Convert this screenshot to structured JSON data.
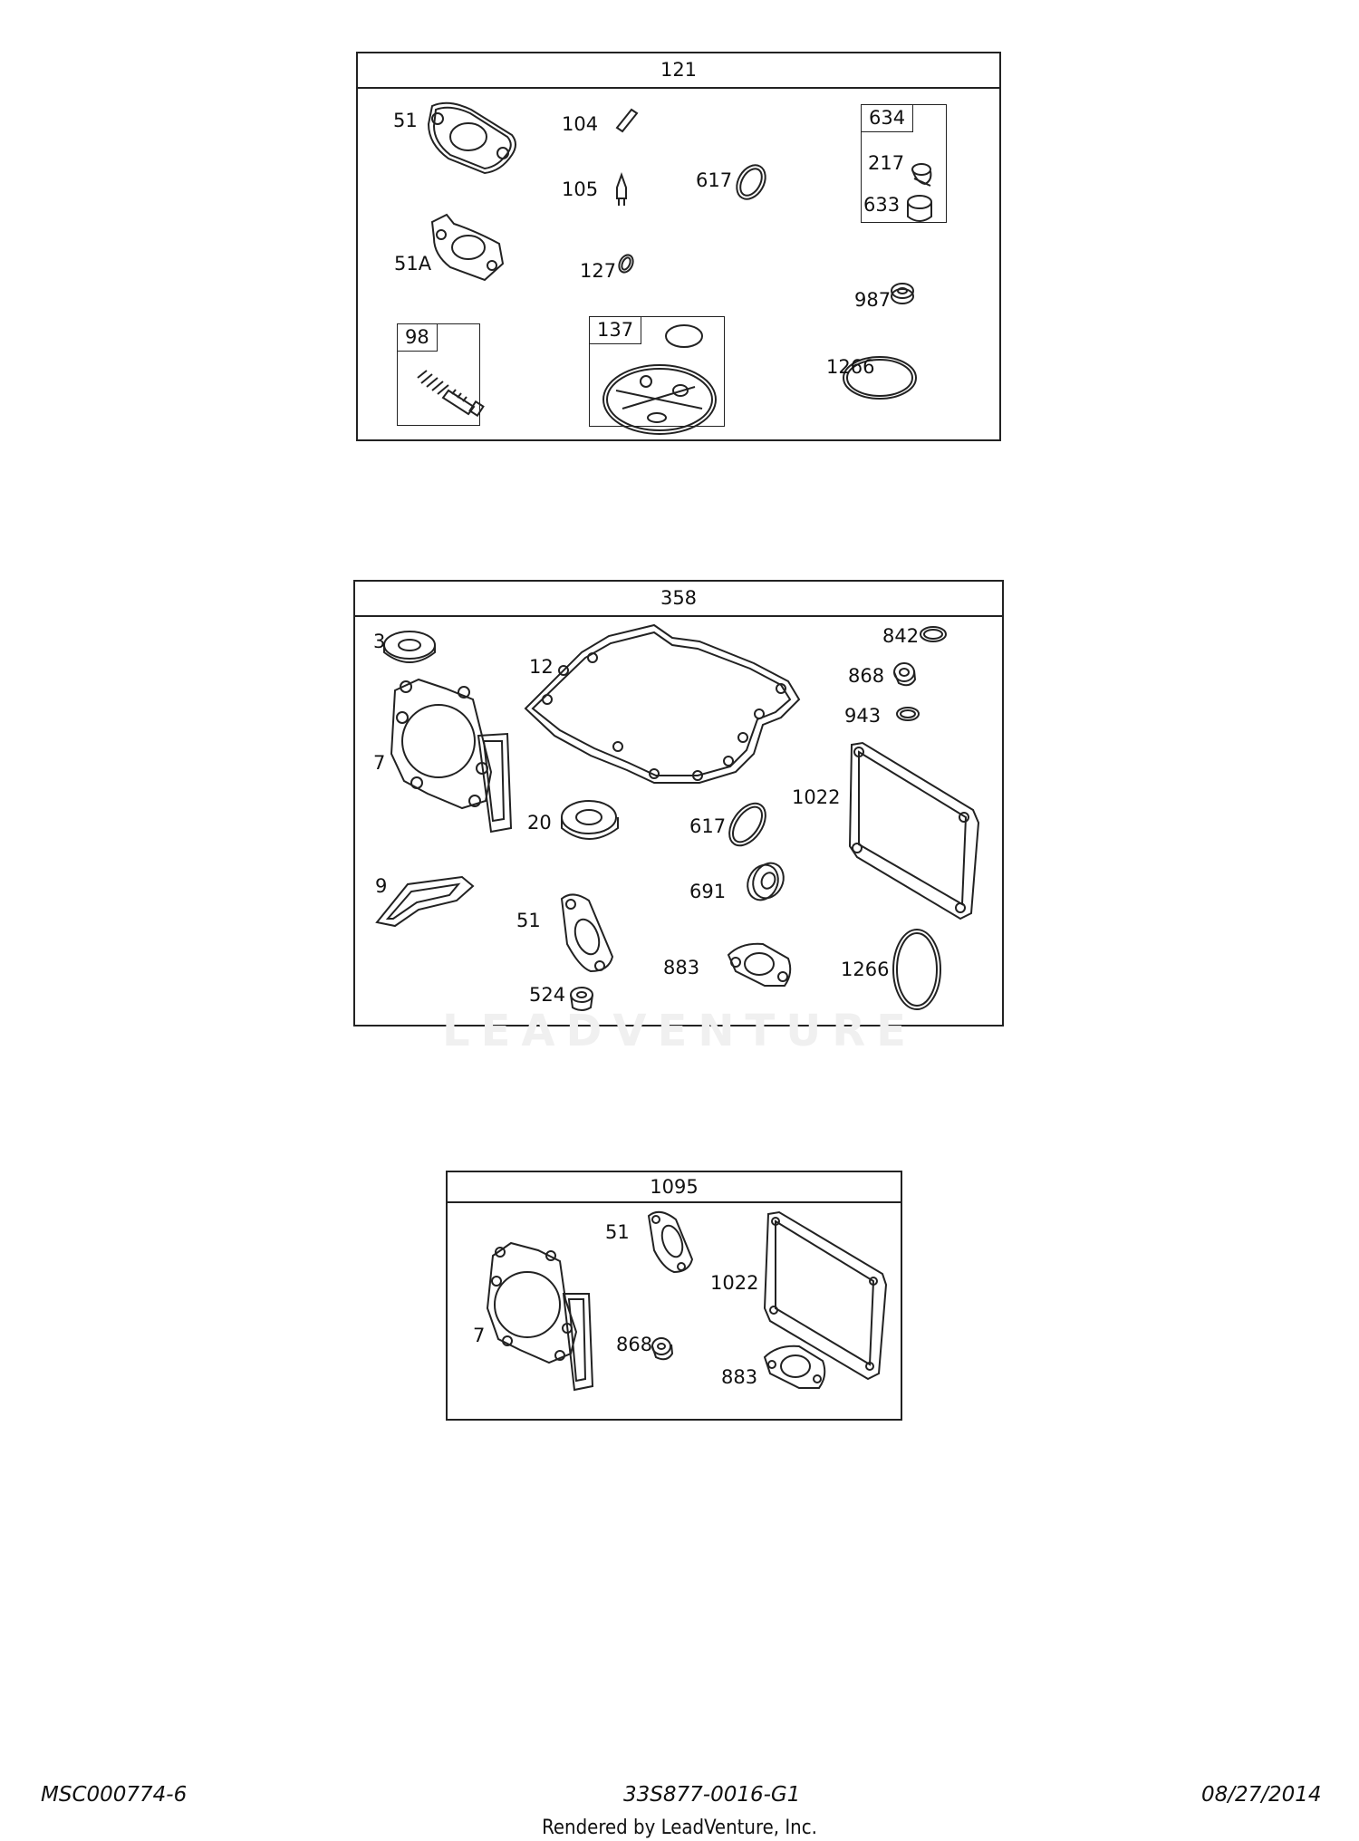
{
  "kit_121": {
    "title": "121",
    "labels": [
      "51",
      "104",
      "105",
      "617",
      "51A",
      "127",
      "987",
      "1266"
    ],
    "sub_98": {
      "title": "98"
    },
    "sub_137": {
      "title": "137"
    },
    "sub_634": {
      "title": "634",
      "labels": [
        "217",
        "633"
      ]
    }
  },
  "kit_358": {
    "title": "358",
    "labels": [
      "3",
      "12",
      "842",
      "868",
      "943",
      "7",
      "20",
      "617",
      "1022",
      "9",
      "691",
      "51",
      "883",
      "1266",
      "524"
    ]
  },
  "kit_1095": {
    "title": "1095",
    "labels": [
      "51",
      "1022",
      "7",
      "868",
      "883"
    ]
  },
  "watermark": "LEADVENTURE",
  "footer": {
    "left": "MSC000774-6",
    "center": "33S877-0016-G1",
    "right": "08/27/2014",
    "credit": "Rendered by LeadVenture, Inc."
  }
}
